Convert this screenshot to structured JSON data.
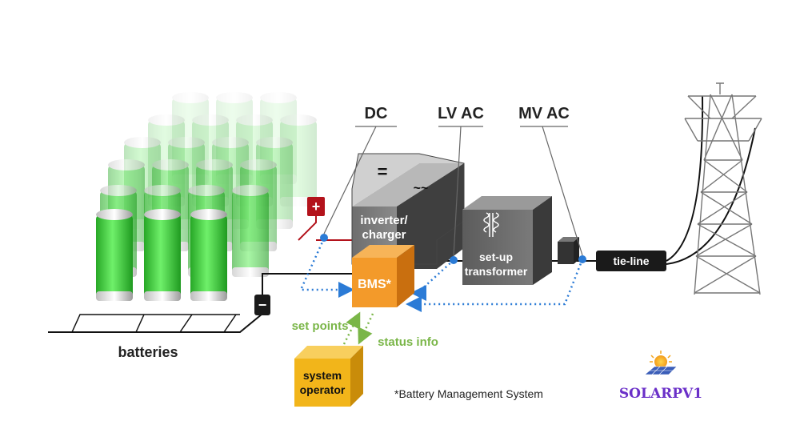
{
  "labels": {
    "dc": "DC",
    "lv_ac": "LV AC",
    "mv_ac": "MV AC",
    "equals_symbol": "=",
    "wave_symbol": "~~",
    "inverter_line1": "inverter/",
    "inverter_line2": "charger",
    "transformer_line1": "set-up",
    "transformer_line2": "transformer",
    "tie_line": "tie-line",
    "bms": "BMS*",
    "set_points": "set points",
    "status_info": "status info",
    "operator_line1": "system",
    "operator_line2": "operator",
    "footnote": "*Battery Management System",
    "batteries": "batteries",
    "plus": "+",
    "minus": "−"
  },
  "logo": {
    "text": "SOLARPV1"
  },
  "colors": {
    "battery_green": "#4cd44a",
    "bms_orange": "#f39a2a",
    "operator_yellow": "#f2b51a",
    "dotted_blue": "#2b7bd6",
    "dotted_green": "#7ab648",
    "positive_red": "#b3121b",
    "logo_purple": "#6a2fc8"
  }
}
